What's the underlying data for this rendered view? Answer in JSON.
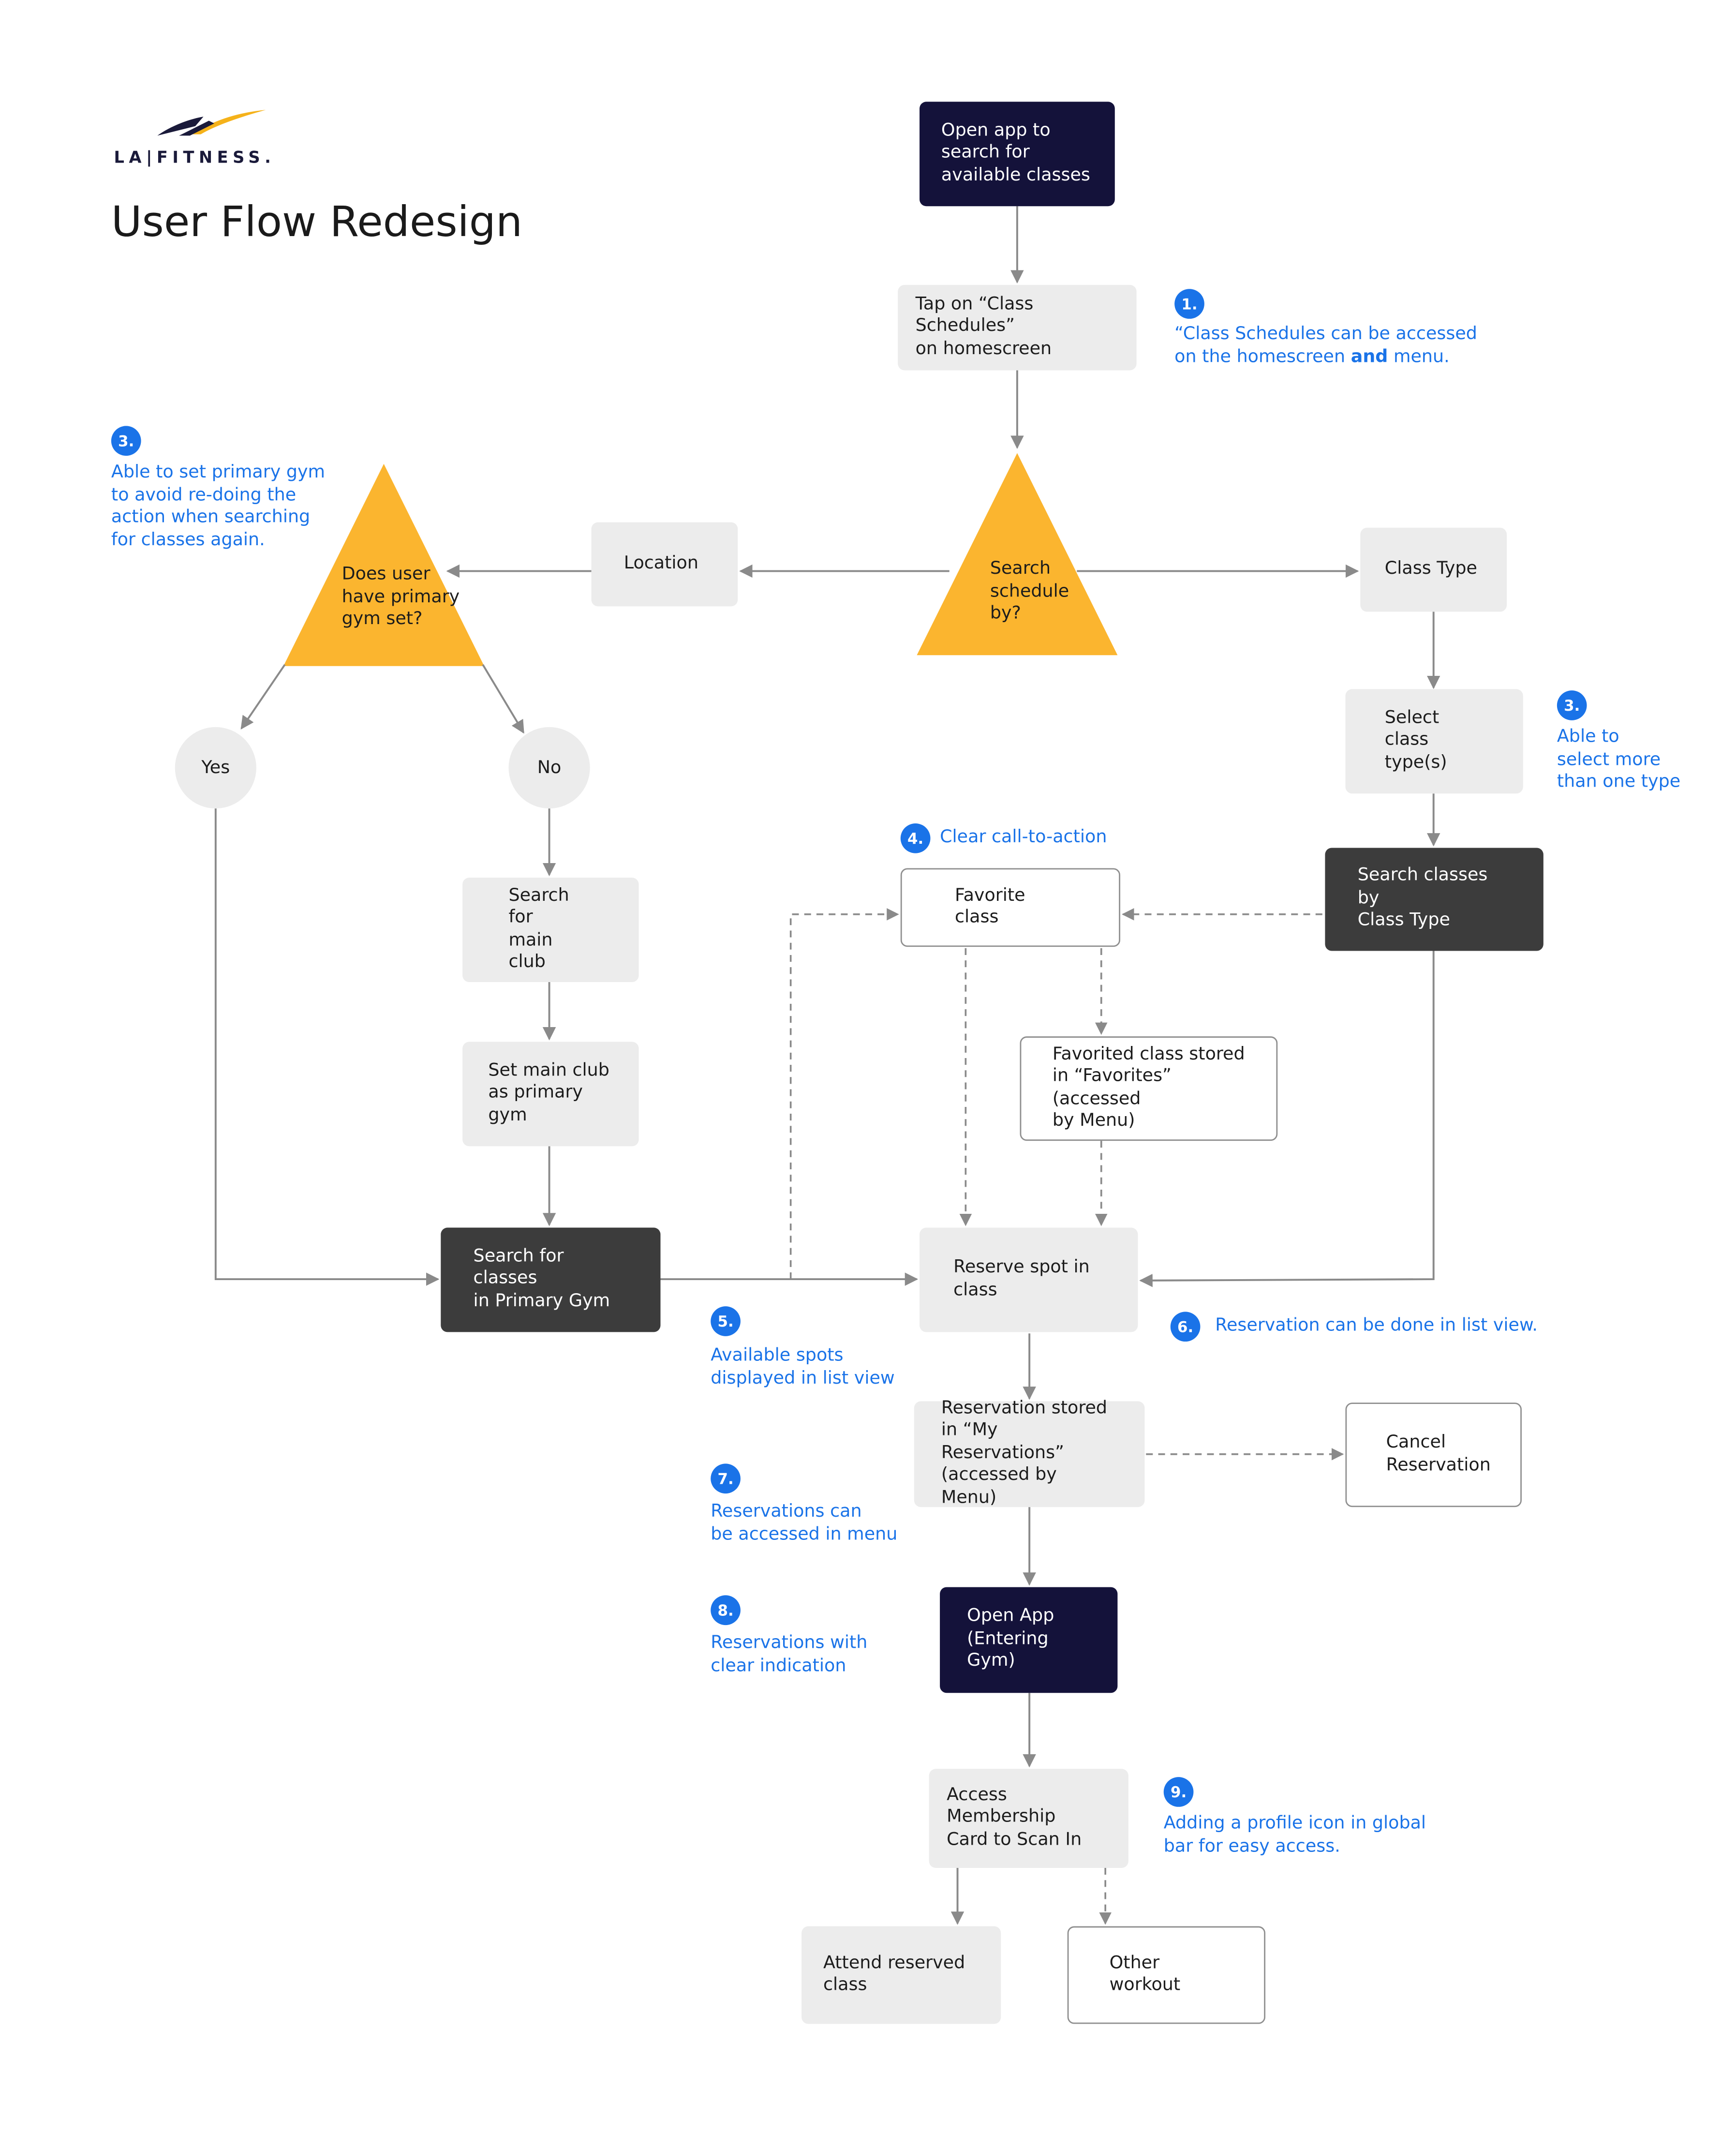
{
  "brand": {
    "logo_text": "LA|FITNESS."
  },
  "title": "User Flow Redesign",
  "colors": {
    "navy": "#14123a",
    "dark": "#3c3c3c",
    "grey_box": "#ececec",
    "decision_yellow": "#fbb52f",
    "note_blue": "#1a73e8",
    "logo_gold": "#f5b21a",
    "logo_navy": "#1a1a3a"
  },
  "nodes": {
    "open_app": "Open app to\nsearch for\navailable classes",
    "tap_class_schedules": "Tap on “Class Schedules”\non homescreen",
    "search_schedule_by": "Search\nschedule\nby?",
    "location": "Location",
    "class_type": "Class Type",
    "primary_gym_question": "Does user\nhave primary\ngym set?",
    "yes": "Yes",
    "no": "No",
    "search_main_club": "Search for\nmain club",
    "set_main_club": "Set main club\nas primary gym",
    "search_primary_gym": "Search for classes\nin Primary Gym",
    "select_class_types": "Select class\ntype(s)",
    "search_by_class_type": "Search classes by\nClass Type",
    "favorite_class": "Favorite class",
    "favorited_stored": "Favorited class stored\nin “Favorites” (accessed\nby Menu)",
    "reserve_spot": "Reserve spot in\nclass",
    "reservation_stored": "Reservation stored\nin “My Reservations”\n(accessed by Menu)",
    "cancel_reservation": "Cancel\nReservation",
    "open_app_gym": "Open App\n(Entering Gym)",
    "access_membership": "Access Membership\nCard to Scan In",
    "attend_class": "Attend reserved\nclass",
    "other_workout": "Other workout"
  },
  "notes": [
    {
      "id": "n1",
      "number": "1.",
      "text": "“Class Schedules can be accessed\non the homescreen",
      "bold": "and",
      "text_after": " menu."
    },
    {
      "id": "n3a",
      "number": "3.",
      "text": "Able to set primary gym\nto avoid re-doing the\naction when searching\nfor classes again."
    },
    {
      "id": "n3b",
      "number": "3.",
      "text": "Able to\nselect more\nthan one type"
    },
    {
      "id": "n4",
      "number": "4.",
      "text": "Clear call-to-action"
    },
    {
      "id": "n5",
      "number": "5.",
      "text": "Available spots\ndisplayed in list view"
    },
    {
      "id": "n6",
      "number": "6.",
      "text": "Reservation can be done in list view."
    },
    {
      "id": "n7",
      "number": "7.",
      "text": "Reservations can\nbe accessed in menu"
    },
    {
      "id": "n8",
      "number": "8.",
      "text": "Reservations with\nclear indication"
    },
    {
      "id": "n9",
      "number": "9.",
      "text": "Adding a profile icon in global\nbar for easy access."
    }
  ]
}
